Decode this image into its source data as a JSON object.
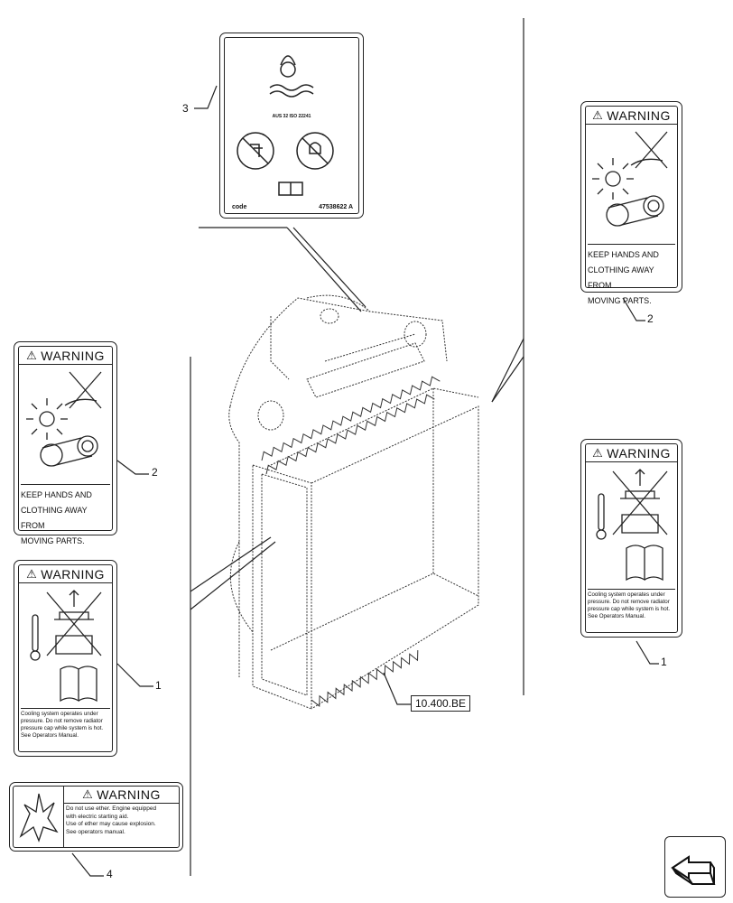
{
  "warning_word": "WARNING",
  "labels": {
    "moving_parts_text": [
      "KEEP HANDS AND",
      "CLOTHING AWAY FROM",
      "MOVING PARTS."
    ],
    "cooling_text": [
      "Cooling system operates under",
      "pressure. Do not remove radiator",
      "pressure cap while system is hot.",
      "See Operators Manual."
    ],
    "ether_text": [
      "Do not use ether. Engine equipped",
      "with electric starting aid.",
      "Use of ether may cause explosion.",
      "See operators manual."
    ],
    "coolant_label": {
      "spec": "AUS 32  ISO 22241",
      "code_word": "code",
      "part_number": "47538622 A"
    }
  },
  "callouts": {
    "c1_left": "1",
    "c1_right": "1",
    "c2_left": "2",
    "c2_right": "2",
    "c3": "3",
    "c4": "4"
  },
  "reference": "10.400.BE",
  "icons": [
    "warning-triangle-icon",
    "fan-hand-icon",
    "thermometer-icon",
    "manual-book-icon",
    "explosion-icon",
    "no-fuel-icon",
    "no-water-icon",
    "navigation-arrow-icon"
  ]
}
